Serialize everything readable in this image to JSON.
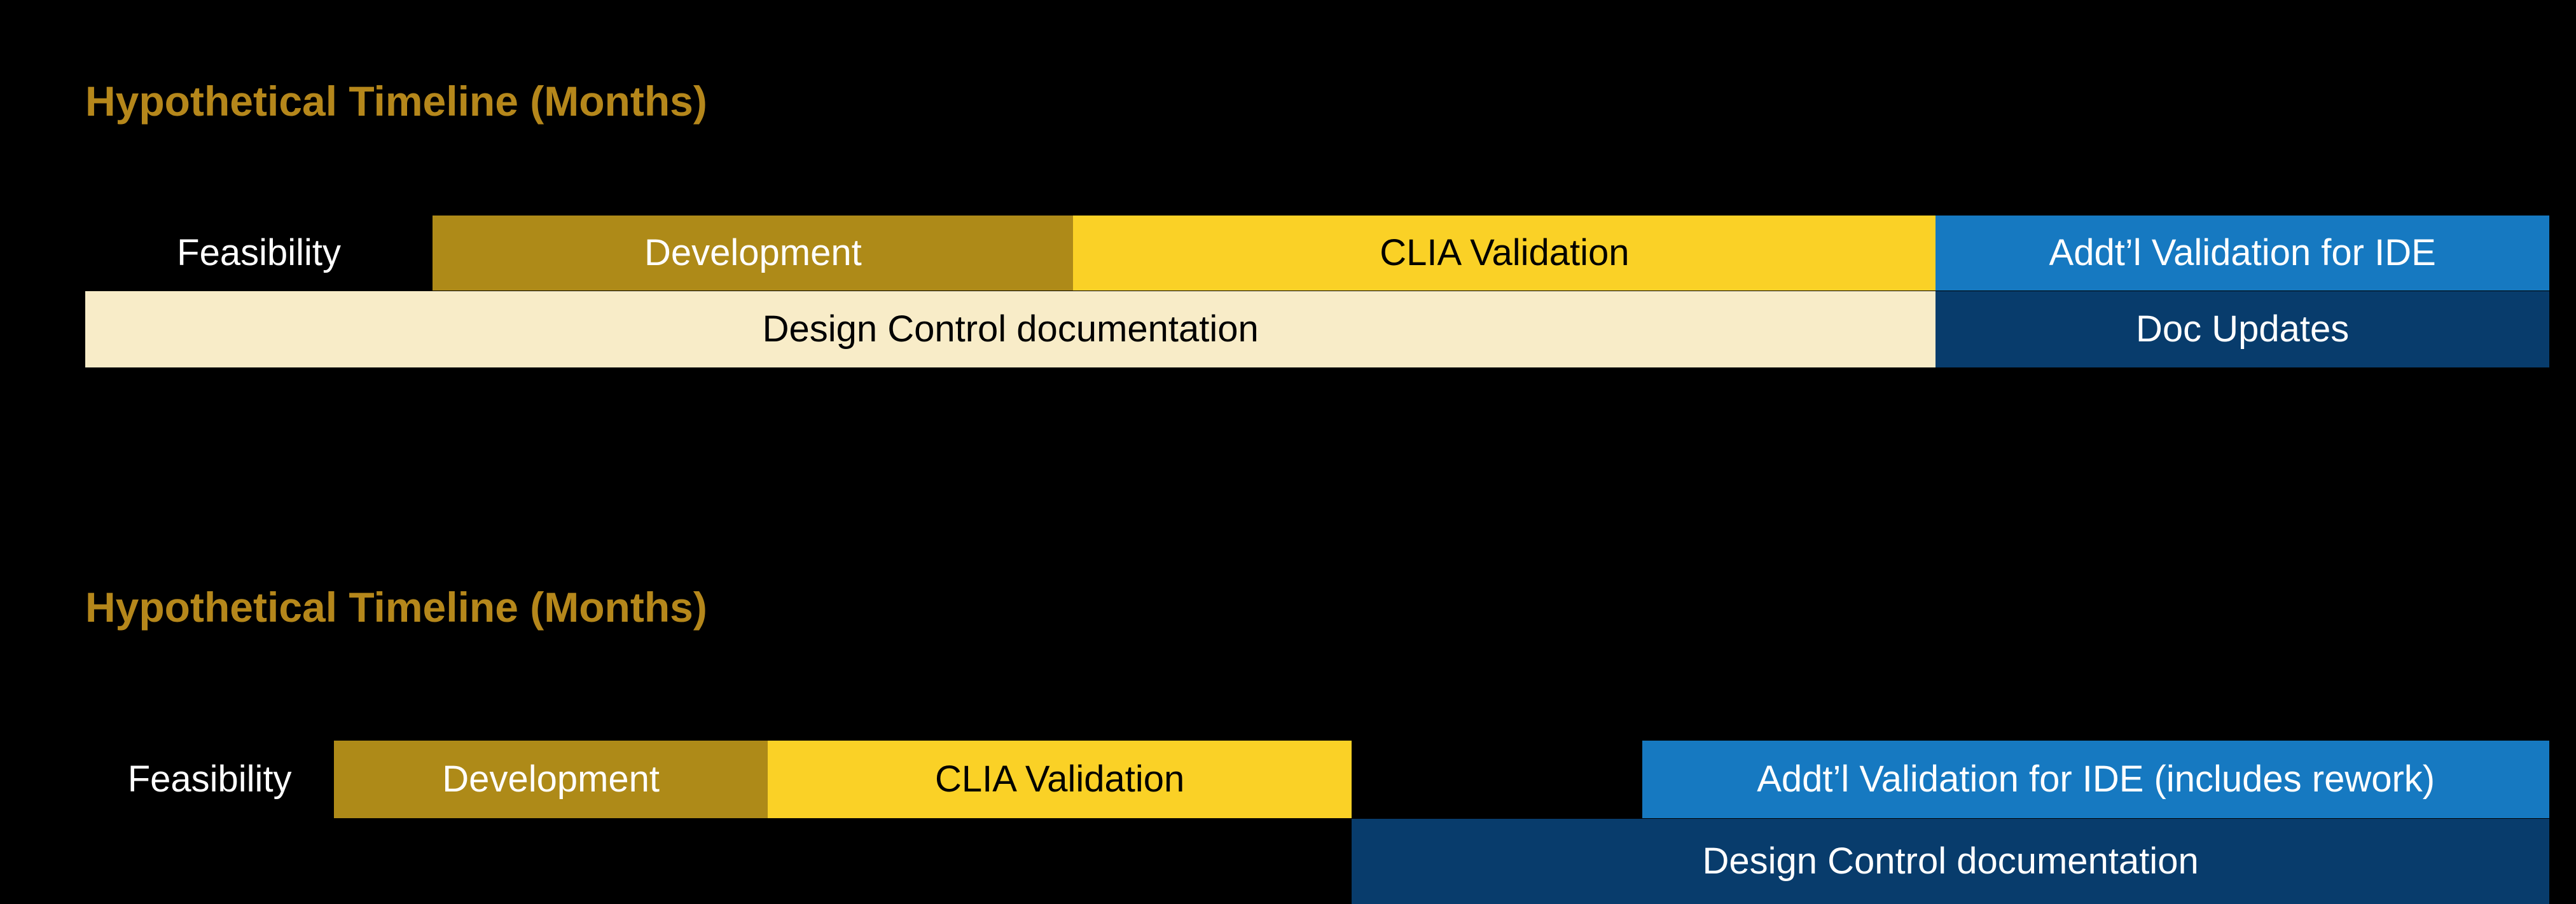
{
  "background": "#000000",
  "palette": {
    "black": "#000000",
    "gold": "#AE8A18",
    "yellow": "#FAD126",
    "blue": "#1679C1",
    "navy": "#083C6C",
    "cream": "#F8ECC8",
    "white": "#FFFFFF",
    "title_gold": "#B5871B"
  },
  "chart_data": [
    {
      "type": "gantt",
      "title": "Hypothetical Timeline (Months)",
      "title_color": "#B5871B",
      "axis": {
        "unit": "percent_of_total_span",
        "min": 0,
        "max": 100,
        "ticks_visible": false,
        "grid": false
      },
      "legend": "none",
      "rows": [
        {
          "name": "phases",
          "segments": [
            {
              "label": "Feasibility",
              "start": 0,
              "end": 14.1,
              "color": "black",
              "text_color": "white"
            },
            {
              "label": "Development",
              "start": 14.1,
              "end": 40.1,
              "color": "gold",
              "text_color": "white"
            },
            {
              "label": "CLIA Validation",
              "start": 40.1,
              "end": 75.1,
              "color": "yellow",
              "text_color": "black"
            },
            {
              "label": "Addt’l Validation for IDE",
              "start": 75.1,
              "end": 100,
              "color": "blue",
              "text_color": "white"
            }
          ]
        },
        {
          "name": "documentation",
          "segments": [
            {
              "label": "Design Control documentation",
              "start": 0,
              "end": 75.1,
              "color": "cream",
              "text_color": "black"
            },
            {
              "label": "Doc Updates",
              "start": 75.1,
              "end": 100,
              "color": "navy",
              "text_color": "white"
            }
          ]
        }
      ]
    },
    {
      "type": "gantt",
      "title": "Hypothetical Timeline (Months)",
      "title_color": "#B5871B",
      "axis": {
        "unit": "percent_of_total_span",
        "min": 0,
        "max": 100,
        "ticks_visible": false,
        "grid": false
      },
      "legend": "none",
      "rows": [
        {
          "name": "phases",
          "segments": [
            {
              "label": "Feasibility",
              "start": 0,
              "end": 10.1,
              "color": "black",
              "text_color": "white"
            },
            {
              "label": "Development",
              "start": 10.1,
              "end": 27.7,
              "color": "gold",
              "text_color": "white"
            },
            {
              "label": "CLIA Validation",
              "start": 27.7,
              "end": 51.4,
              "color": "yellow",
              "text_color": "black"
            },
            {
              "label": "Addt’l Validation for IDE (includes rework)",
              "start": 63.2,
              "end": 100,
              "color": "blue",
              "text_color": "white"
            }
          ]
        },
        {
          "name": "documentation",
          "segments": [
            {
              "label": "Design Control documentation",
              "start": 51.4,
              "end": 100,
              "color": "navy",
              "text_color": "white"
            }
          ]
        }
      ]
    }
  ]
}
